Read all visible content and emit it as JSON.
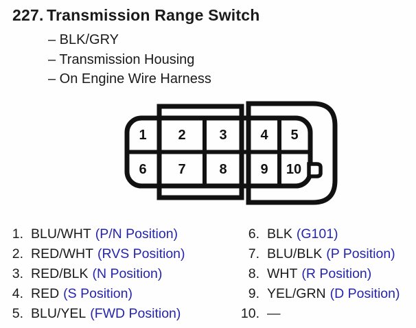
{
  "header": {
    "item_number": "227.",
    "title": "Transmission Range Switch"
  },
  "bullets": [
    "– BLK/GRY",
    "– Transmission Housing",
    "– On Engine Wire Harness"
  ],
  "diagram": {
    "pins": [
      "1",
      "2",
      "3",
      "4",
      "5",
      "6",
      "7",
      "8",
      "9",
      "10"
    ]
  },
  "pin_list": {
    "left": [
      {
        "num": "1.",
        "wire": "BLU/WHT",
        "position": "(P/N Position)"
      },
      {
        "num": "2.",
        "wire": "RED/WHT",
        "position": "(RVS Position)"
      },
      {
        "num": "3.",
        "wire": "RED/BLK",
        "position": "(N Position)"
      },
      {
        "num": "4.",
        "wire": "RED",
        "position": "(S Position)"
      },
      {
        "num": "5.",
        "wire": "BLU/YEL",
        "position": "(FWD Position)"
      }
    ],
    "right": [
      {
        "num": "6.",
        "wire": "BLK",
        "position": "(G101)"
      },
      {
        "num": "7.",
        "wire": "BLU/BLK",
        "position": "(P Position)"
      },
      {
        "num": "8.",
        "wire": "WHT",
        "position": "(R Position)"
      },
      {
        "num": "9.",
        "wire": "YEL/GRN",
        "position": "(D Position)"
      },
      {
        "num": "10.",
        "wire": "—",
        "position": ""
      }
    ]
  },
  "colors": {
    "text_black": "#1a1a1a",
    "position_blue": "#2424ad",
    "outline_black": "#111111",
    "background": "#fefefe"
  }
}
